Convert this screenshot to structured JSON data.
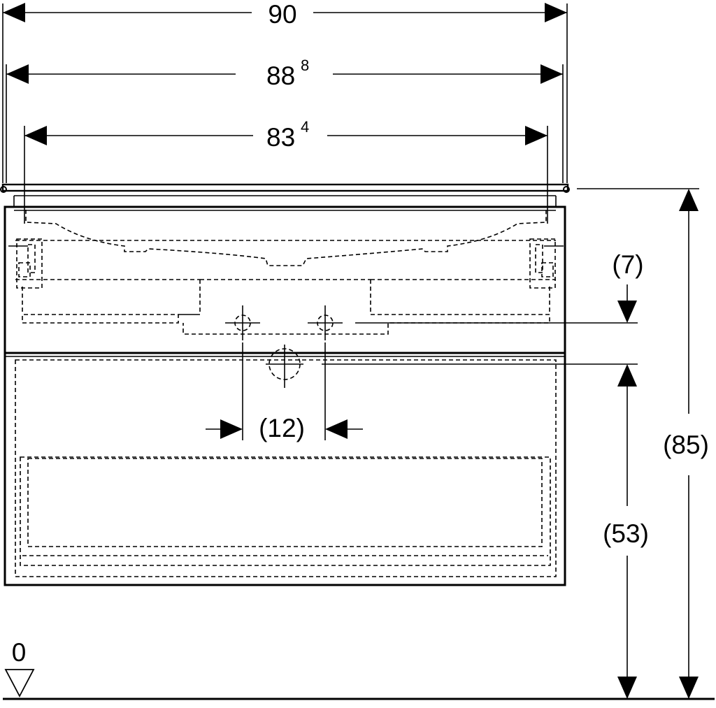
{
  "dimensions": {
    "overall_width": "90",
    "top_width_main": "88",
    "top_width_sup": "8",
    "inner_width_main": "83",
    "inner_width_sup": "4",
    "drain_offset": "(7)",
    "tap_spacing": "(12)",
    "total_height": "(85)",
    "drain_height": "(53)",
    "floor_level": "0"
  }
}
